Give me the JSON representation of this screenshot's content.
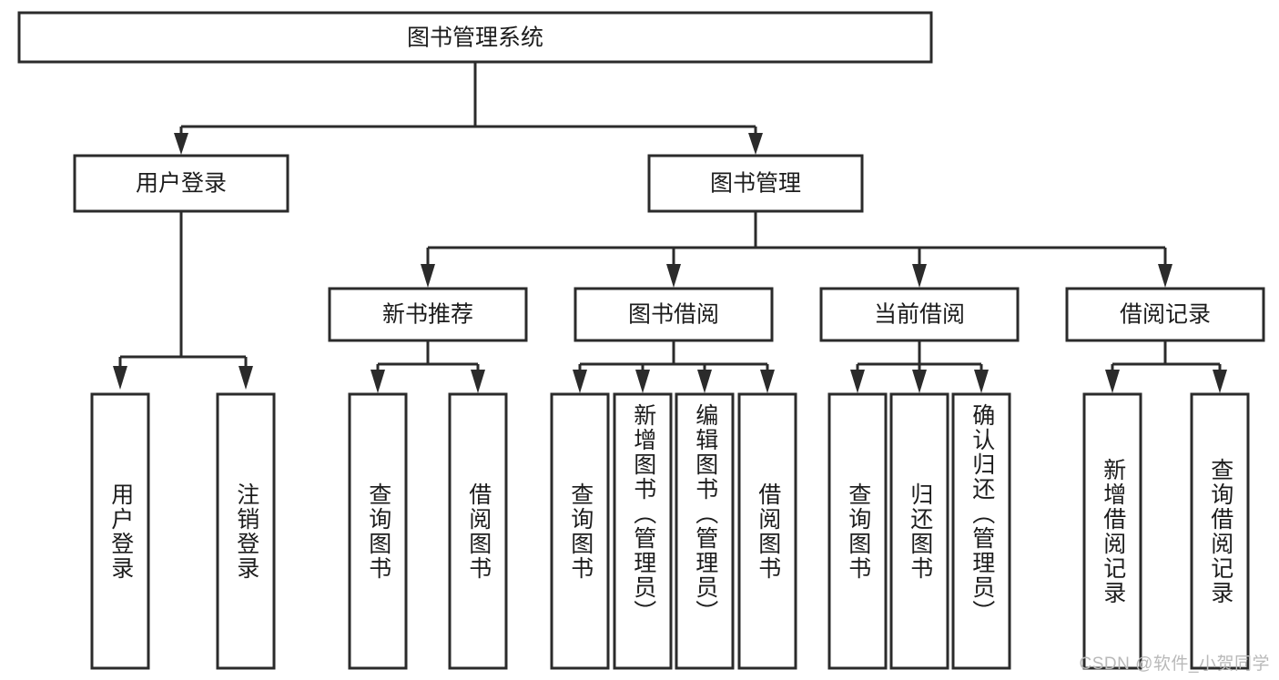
{
  "diagram": {
    "title": "图书管理系统",
    "type": "tree",
    "orientation": "top-down",
    "colors": {
      "box_stroke": "#2b2b2b",
      "box_fill": "#ffffff",
      "text": "#1c1c1c",
      "background": "#ffffff",
      "watermark": "#b9b9b9"
    },
    "root": {
      "id": "root",
      "label": "图书管理系统"
    },
    "level2": [
      {
        "id": "user-login",
        "label": "用户登录"
      },
      {
        "id": "book-manage",
        "label": "图书管理"
      }
    ],
    "level3": [
      {
        "id": "new-book-recommend",
        "label": "新书推荐",
        "parent": "book-manage"
      },
      {
        "id": "book-borrow",
        "label": "图书借阅",
        "parent": "book-manage"
      },
      {
        "id": "current-borrow",
        "label": "当前借阅",
        "parent": "book-manage"
      },
      {
        "id": "borrow-record",
        "label": "借阅记录",
        "parent": "book-manage"
      }
    ],
    "leaves": [
      {
        "id": "leaf-user-login",
        "label": "用户登录",
        "parent": "user-login"
      },
      {
        "id": "leaf-logout-login",
        "label": "注销登录",
        "parent": "user-login"
      },
      {
        "id": "leaf-query-book-1",
        "label": "查询图书",
        "parent": "new-book-recommend"
      },
      {
        "id": "leaf-borrow-book-1",
        "label": "借阅图书",
        "parent": "new-book-recommend"
      },
      {
        "id": "leaf-query-book-2",
        "label": "查询图书",
        "parent": "book-borrow"
      },
      {
        "id": "leaf-add-book",
        "label": "新增图书（管理员）",
        "parent": "book-borrow"
      },
      {
        "id": "leaf-edit-book",
        "label": "编辑图书（管理员）",
        "parent": "book-borrow"
      },
      {
        "id": "leaf-borrow-book-2",
        "label": "借阅图书",
        "parent": "book-borrow"
      },
      {
        "id": "leaf-query-book-3",
        "label": "查询图书",
        "parent": "current-borrow"
      },
      {
        "id": "leaf-return-book",
        "label": "归还图书",
        "parent": "current-borrow"
      },
      {
        "id": "leaf-confirm-return",
        "label": "确认归还（管理员）",
        "parent": "current-borrow"
      },
      {
        "id": "leaf-add-record",
        "label": "新增借阅记录",
        "parent": "borrow-record"
      },
      {
        "id": "leaf-query-record",
        "label": "查询借阅记录",
        "parent": "borrow-record"
      }
    ],
    "watermark": "CSDN @软件_小贺同学"
  }
}
